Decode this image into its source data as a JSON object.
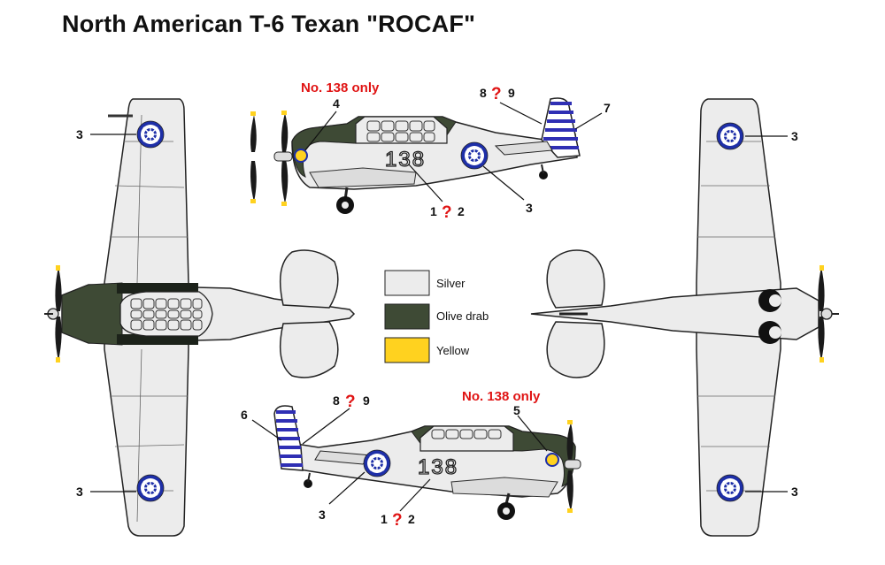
{
  "title": "North American T-6 Texan \"ROCAF\"",
  "colors": {
    "silver": "#ececec",
    "olive": "#3e4a35",
    "yellow": "#ffd21f",
    "stripe_blue": "#2f2fb4",
    "roundel_blue": "#1e2fa8",
    "red": "#e01414"
  },
  "legend": [
    {
      "swatch_color": "#ececec",
      "label": "Silver"
    },
    {
      "swatch_color": "#3e4a35",
      "label": "Olive drab"
    },
    {
      "swatch_color": "#ffd21f",
      "label": "Yellow"
    }
  ],
  "serial": "138",
  "notes": {
    "top_side": "No. 138 only",
    "bottom_side": "No. 138 only"
  },
  "callouts": {
    "top_left_wing": "3",
    "bottom_left_wing": "3",
    "top_right_wing": "3",
    "bottom_right_wing": "3",
    "upper_side_cowl": "4",
    "upper_side_tail": "7",
    "upper_side_fin_a": "8",
    "upper_side_fin_q": "?",
    "upper_side_fin_b": "9",
    "upper_side_code_a": "1",
    "upper_side_code_q": "?",
    "upper_side_code_b": "2",
    "upper_side_roundel": "3",
    "lower_side_tail": "6",
    "lower_side_fin_a": "8",
    "lower_side_fin_q": "?",
    "lower_side_fin_b": "9",
    "lower_side_cowl": "5",
    "lower_side_roundel": "3",
    "lower_side_code_a": "1",
    "lower_side_code_q": "?",
    "lower_side_code_b": "2"
  }
}
